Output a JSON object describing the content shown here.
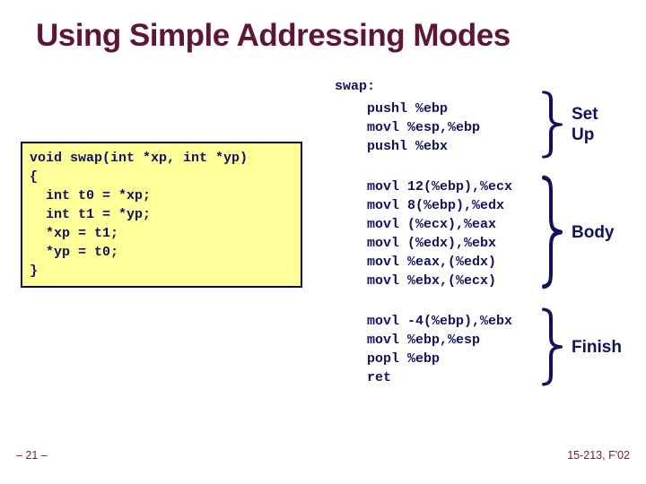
{
  "slide": {
    "title": "Using Simple Addressing Modes"
  },
  "c_code": {
    "lines": [
      "void swap(int *xp, int *yp)",
      "{",
      "  int t0 = *xp;",
      "  int t1 = *yp;",
      "  *xp = t1;",
      "  *yp = t0;",
      "}"
    ]
  },
  "asm_code": {
    "function_label": "swap:",
    "blocks": [
      {
        "name": "setup",
        "label_lines": [
          "Set",
          "Up"
        ],
        "instructions": [
          "pushl %ebp",
          "movl %esp,%ebp",
          "pushl %ebx"
        ]
      },
      {
        "name": "body",
        "label_lines": [
          "Body"
        ],
        "instructions": [
          "movl 12(%ebp),%ecx",
          "movl 8(%ebp),%edx",
          "movl (%ecx),%eax",
          "movl (%edx),%ebx",
          "movl %eax,(%edx)",
          "movl %ebx,(%ecx)"
        ]
      },
      {
        "name": "finish",
        "label_lines": [
          "Finish"
        ],
        "instructions": [
          "movl -4(%ebp),%ebx",
          "movl %ebp,%esp",
          "popl %ebp",
          "ret"
        ]
      }
    ]
  },
  "footer": {
    "page_number": "– 21 –",
    "course": "15-213, F'02"
  },
  "colors": {
    "title_color": "#5e1636",
    "code_color": "#10105e",
    "label_color": "#10105e",
    "brace_color": "#10105e",
    "box_bg": "#ffff99",
    "box_border": "#0a0a33",
    "footer_color": "#662046",
    "slide_bg": "#ffffff"
  }
}
